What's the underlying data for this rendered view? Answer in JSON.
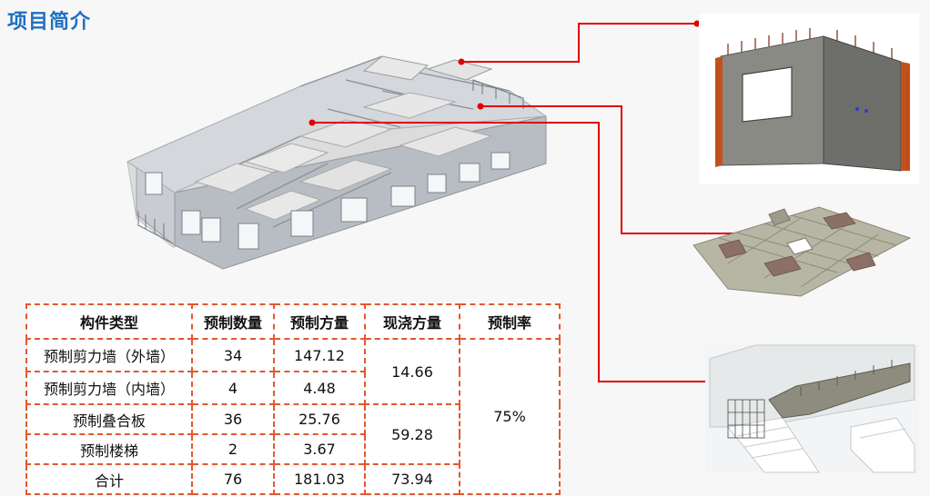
{
  "page": {
    "title": "项目简介"
  },
  "colors": {
    "title": "#1f6fbd",
    "connector": "#e00000",
    "table_border": "#e4572e"
  },
  "table": {
    "headers": [
      "构件类型",
      "预制数量",
      "预制方量",
      "现浇方量",
      "预制率"
    ],
    "rows": [
      {
        "type": "预制剪力墙（外墙）",
        "count": "34",
        "volume": "147.12"
      },
      {
        "type": "预制剪力墙（内墙）",
        "count": "4",
        "volume": "4.48"
      },
      {
        "type": "预制叠合板",
        "count": "36",
        "volume": "25.76"
      },
      {
        "type": "预制楼梯",
        "count": "2",
        "volume": "3.67"
      },
      {
        "type": "合计",
        "count": "76",
        "volume": "181.03"
      }
    ],
    "cast_in_place": {
      "walls": "14.66",
      "slab_stair": "59.28",
      "total": "73.94"
    },
    "prefab_rate": "75%"
  }
}
